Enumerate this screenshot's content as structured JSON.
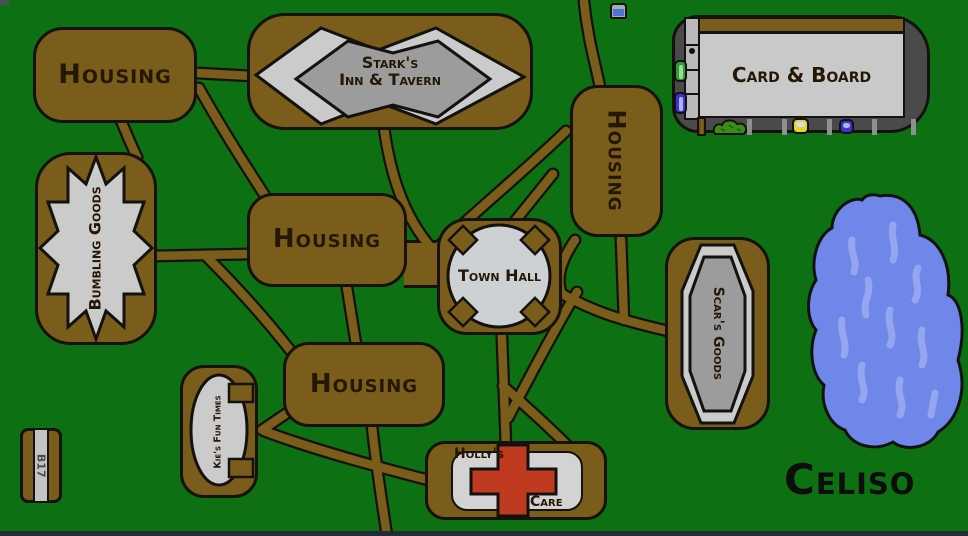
{
  "map": {
    "name": "Celiso"
  },
  "title": {
    "text": "Celiso"
  },
  "locations": {
    "housing_nw": {
      "label": "Housing"
    },
    "starks_inn": {
      "line1": "Stark's",
      "line2": "Inn & Tavern"
    },
    "card_and_board": {
      "label": "Card & Board"
    },
    "housing_east": {
      "label": "Housing"
    },
    "bumbling_goods": {
      "label": "Bumbling Goods"
    },
    "housing_mid": {
      "label": "Housing"
    },
    "town_hall": {
      "label": "Town Hall"
    },
    "scars_goods": {
      "label": "Scar's Goods"
    },
    "housing_south": {
      "label": "Housing"
    },
    "kies_fun_times": {
      "label": "Kie's Fun Times"
    },
    "hollys_care": {
      "top": "Holly's",
      "bottom": "Care"
    },
    "route_sign": {
      "label": "B17"
    }
  },
  "colors": {
    "grass": "#0d7113",
    "path_brown": "#7a5c1b",
    "outline": "#141210",
    "building_light_gray": "#c9c9c9",
    "building_mid_gray": "#9c9c9c",
    "parking_dark_gray": "#4a4a4a",
    "water_blue": "#6e87e8",
    "water_highlight": "#94a6ef",
    "medical_cross_red": "#bf3a1f"
  }
}
